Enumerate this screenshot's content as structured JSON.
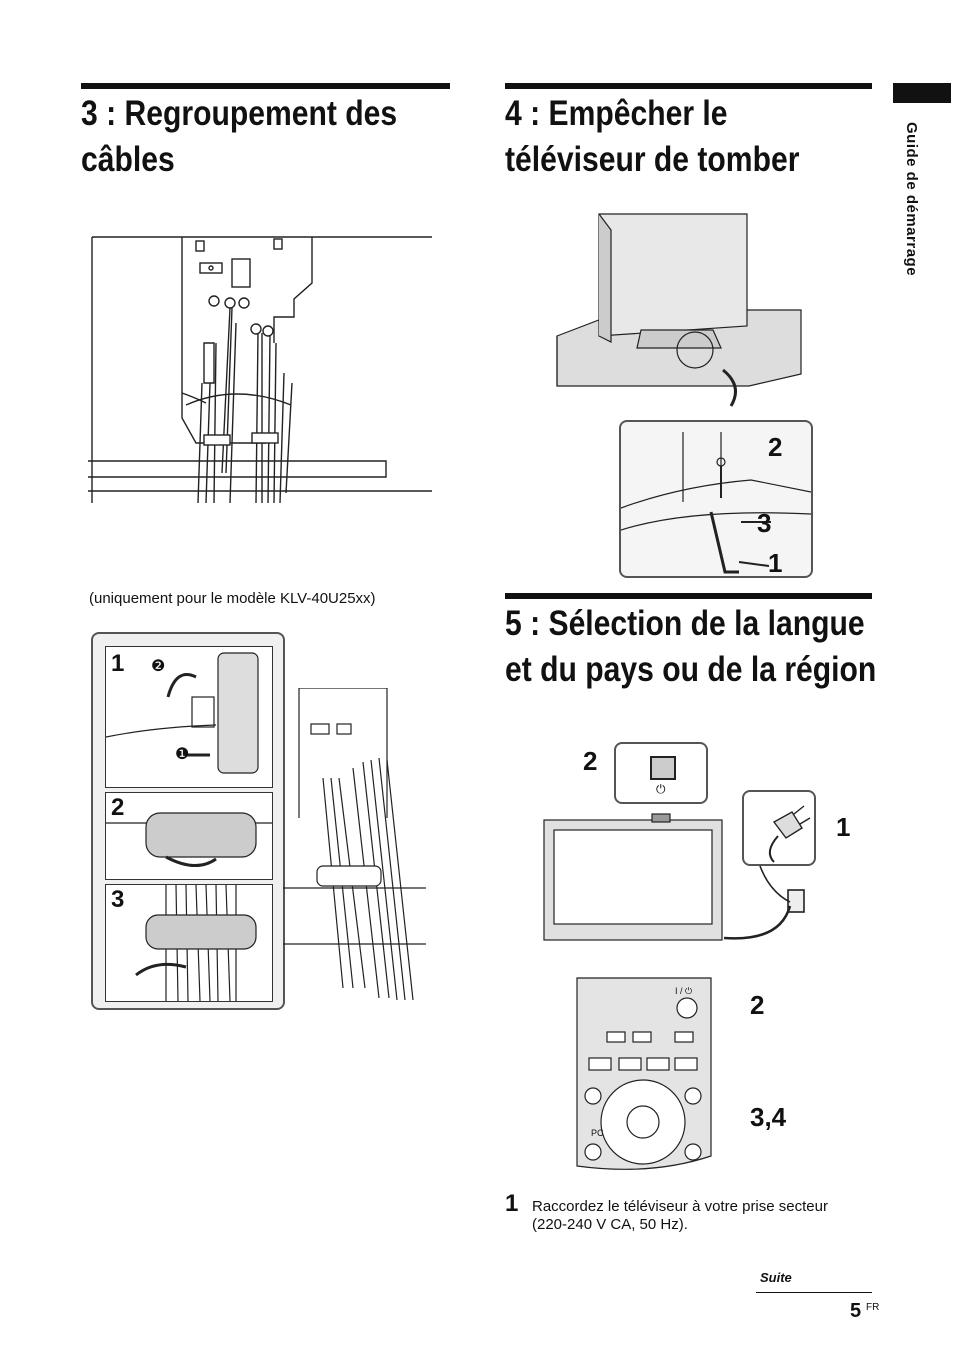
{
  "side_label": "Guide de démarrage",
  "sections": {
    "s3": {
      "title_line1": "3 : Regroupement des",
      "title_line2": "câbles"
    },
    "s4": {
      "title_line1": "4 : Empêcher le",
      "title_line2": "téléviseur de tomber"
    },
    "s5": {
      "title_line1": "5 : Sélection de la langue",
      "title_line2": "et du pays ou de la région"
    }
  },
  "caption_model": "(uniquement pour le modèle KLV-40U25xx)",
  "fig_cable_steps": [
    "1",
    "2",
    "3"
  ],
  "fig_cable_substeps": [
    "❷",
    "❶"
  ],
  "fig_anchor_callouts": [
    "2",
    "3",
    "1"
  ],
  "fig_power_callouts": [
    "2",
    "1"
  ],
  "fig_remote_callouts": [
    "2",
    "3,4"
  ],
  "remote_labels": {
    "power": "I / ⏻",
    "pc": "PC"
  },
  "step1": {
    "number": "1",
    "text": "Raccordez le téléviseur à votre prise secteur (220-240 V CA, 50 Hz)."
  },
  "footer": {
    "suite": "Suite",
    "page": "5",
    "suffix": "FR"
  }
}
